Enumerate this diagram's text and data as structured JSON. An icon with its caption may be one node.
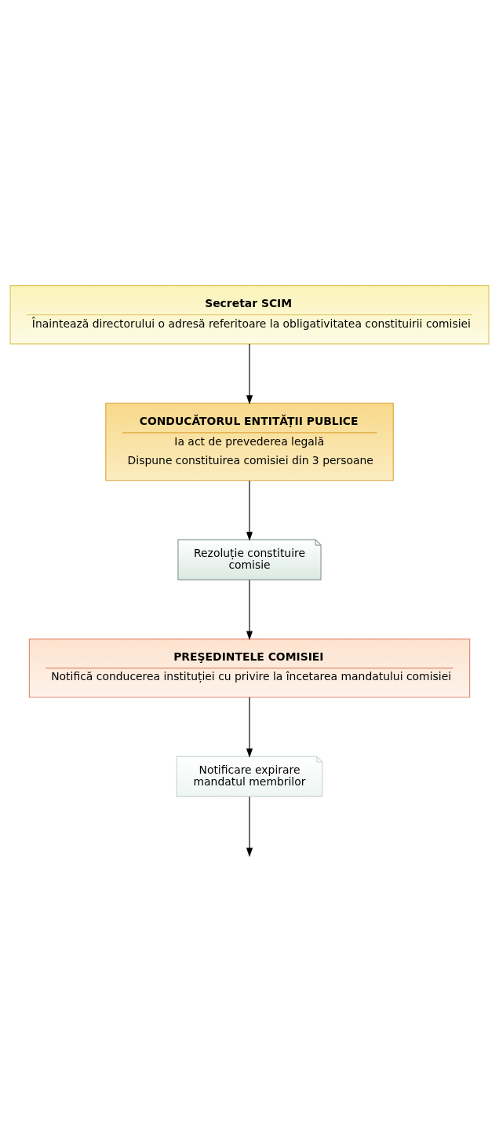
{
  "diagram": {
    "nodes": [
      {
        "text": [
          "Secretar SCIM",
          "Înaintează directorului o adresă referitoare la obligativitatea constituirii comisiei"
        ]
      },
      {
        "text": [
          "CONDUCĂTORUL ENTITĂȚII PUBLICE",
          "Ia act de prevederea legală",
          "Dispune constituirea comisiei din 3 persoane"
        ]
      },
      {
        "text": [
          "Rezoluție constituire comisie"
        ]
      },
      {
        "text": [
          "PREŞEDINTELE COMISIEI",
          "Notifică conducerea instituției cu privire la încetarea mandatului comisiei"
        ]
      },
      {
        "text": [
          "Notificare expirare mandatul membrilor"
        ]
      }
    ],
    "edges": [
      {
        "from": 0,
        "to": 1,
        "arrow": "to"
      },
      {
        "from": 1,
        "to": 2,
        "arrow": "to"
      },
      {
        "from": 2,
        "to": 3,
        "arrow": "to"
      },
      {
        "from": 3,
        "to": 4,
        "arrow": "to"
      },
      {
        "from": 4,
        "to": null,
        "arrow": "to"
      }
    ]
  }
}
